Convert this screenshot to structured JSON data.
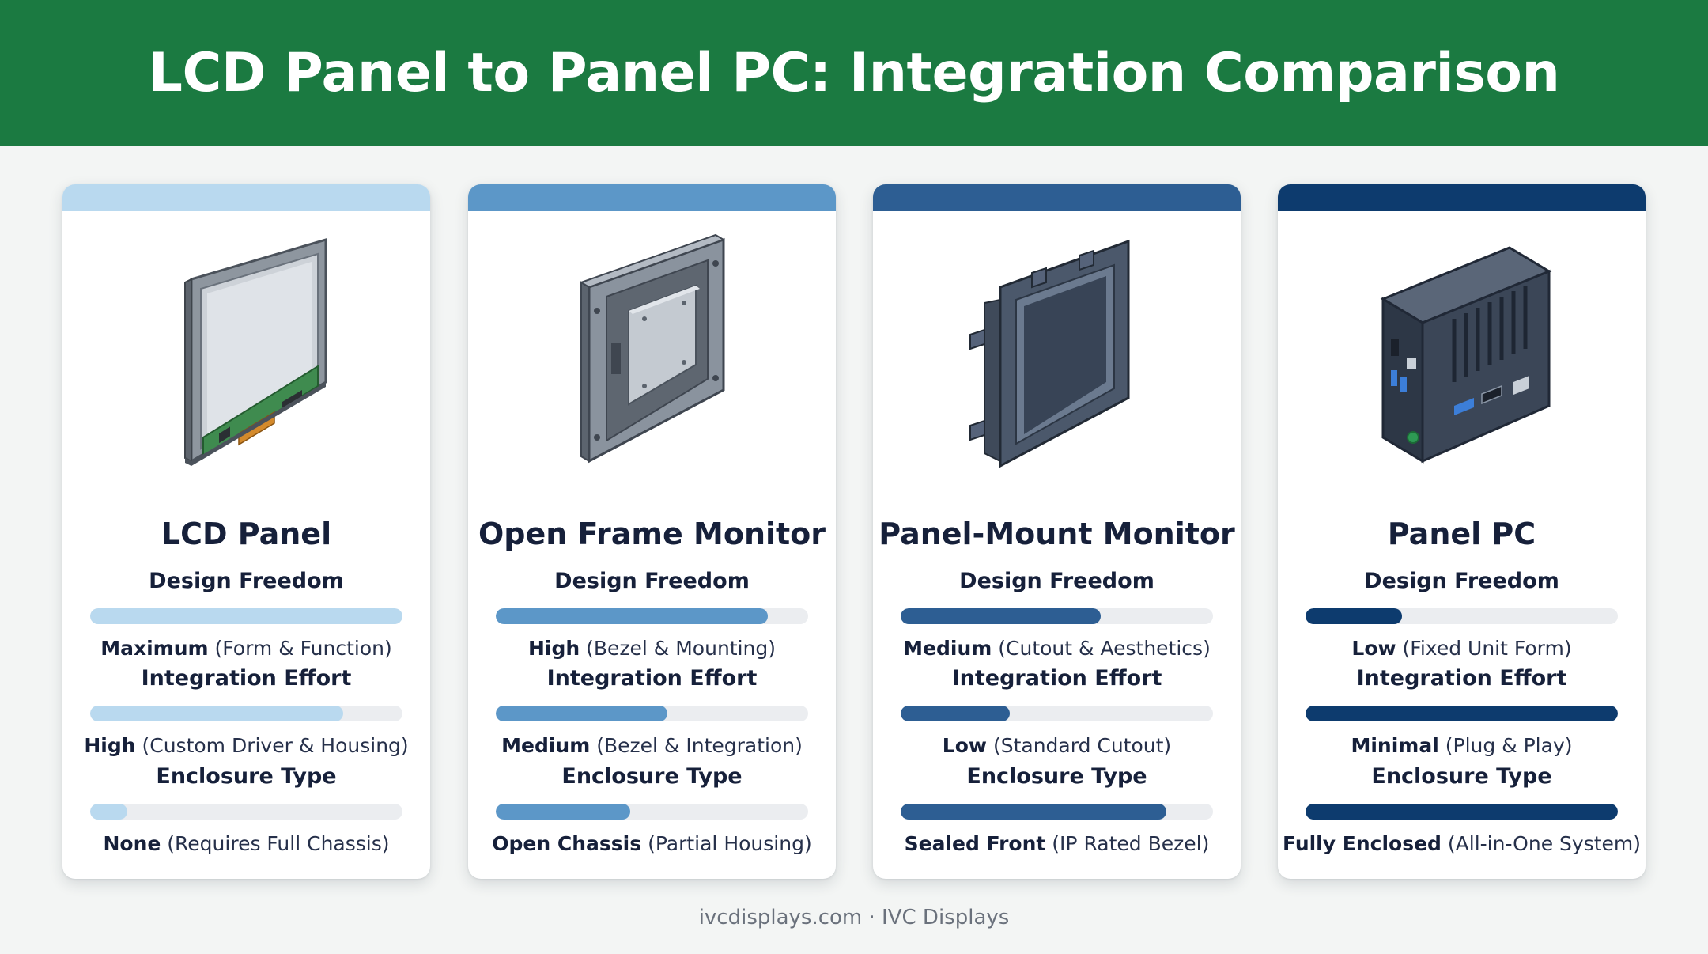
{
  "title": "LCD Panel to Panel PC: Integration Comparison",
  "colors": {
    "header": "#1b7a41",
    "tier1": "#b9d9ef",
    "tier2": "#5c97c8",
    "tier3": "#2d5e93",
    "tier4": "#0d3b6e"
  },
  "cards": [
    {
      "title": "LCD Panel",
      "icon": "lcd-panel-icon",
      "metrics": [
        {
          "label": "Design Freedom",
          "level": 1.0,
          "value_bold": "Maximum",
          "value_rest": "(Form & Function)"
        },
        {
          "label": "Integration Effort",
          "level": 0.81,
          "value_bold": "High",
          "value_rest": "(Custom Driver & Housing)"
        },
        {
          "label": "Enclosure Type",
          "level": 0.12,
          "value_bold": "None",
          "value_rest": "(Requires Full Chassis)"
        }
      ]
    },
    {
      "title": "Open Frame Monitor",
      "icon": "open-frame-monitor-icon",
      "metrics": [
        {
          "label": "Design Freedom",
          "level": 0.87,
          "value_bold": "High",
          "value_rest": "(Bezel & Mounting)"
        },
        {
          "label": "Integration Effort",
          "level": 0.55,
          "value_bold": "Medium",
          "value_rest": "(Bezel & Integration)"
        },
        {
          "label": "Enclosure Type",
          "level": 0.43,
          "value_bold": "Open Chassis",
          "value_rest": "(Partial Housing)"
        }
      ]
    },
    {
      "title": "Panel-Mount Monitor",
      "icon": "panel-mount-monitor-icon",
      "metrics": [
        {
          "label": "Design Freedom",
          "level": 0.64,
          "value_bold": "Medium",
          "value_rest": "(Cutout & Aesthetics)"
        },
        {
          "label": "Integration Effort",
          "level": 0.35,
          "value_bold": "Low",
          "value_rest": "(Standard Cutout)"
        },
        {
          "label": "Enclosure Type",
          "level": 0.85,
          "value_bold": "Sealed Front",
          "value_rest": "(IP Rated Bezel)"
        }
      ]
    },
    {
      "title": "Panel PC",
      "icon": "panel-pc-icon",
      "metrics": [
        {
          "label": "Design Freedom",
          "level": 0.31,
          "value_bold": "Low",
          "value_rest": "(Fixed Unit Form)"
        },
        {
          "label": "Integration Effort",
          "level": 1.0,
          "value_bold": "Minimal",
          "value_rest": "(Plug & Play)"
        },
        {
          "label": "Enclosure Type",
          "level": 1.0,
          "value_bold": "Fully Enclosed",
          "value_rest": "(All-in-One System)"
        }
      ]
    }
  ],
  "footer": "ivcdisplays.com · IVC Displays"
}
